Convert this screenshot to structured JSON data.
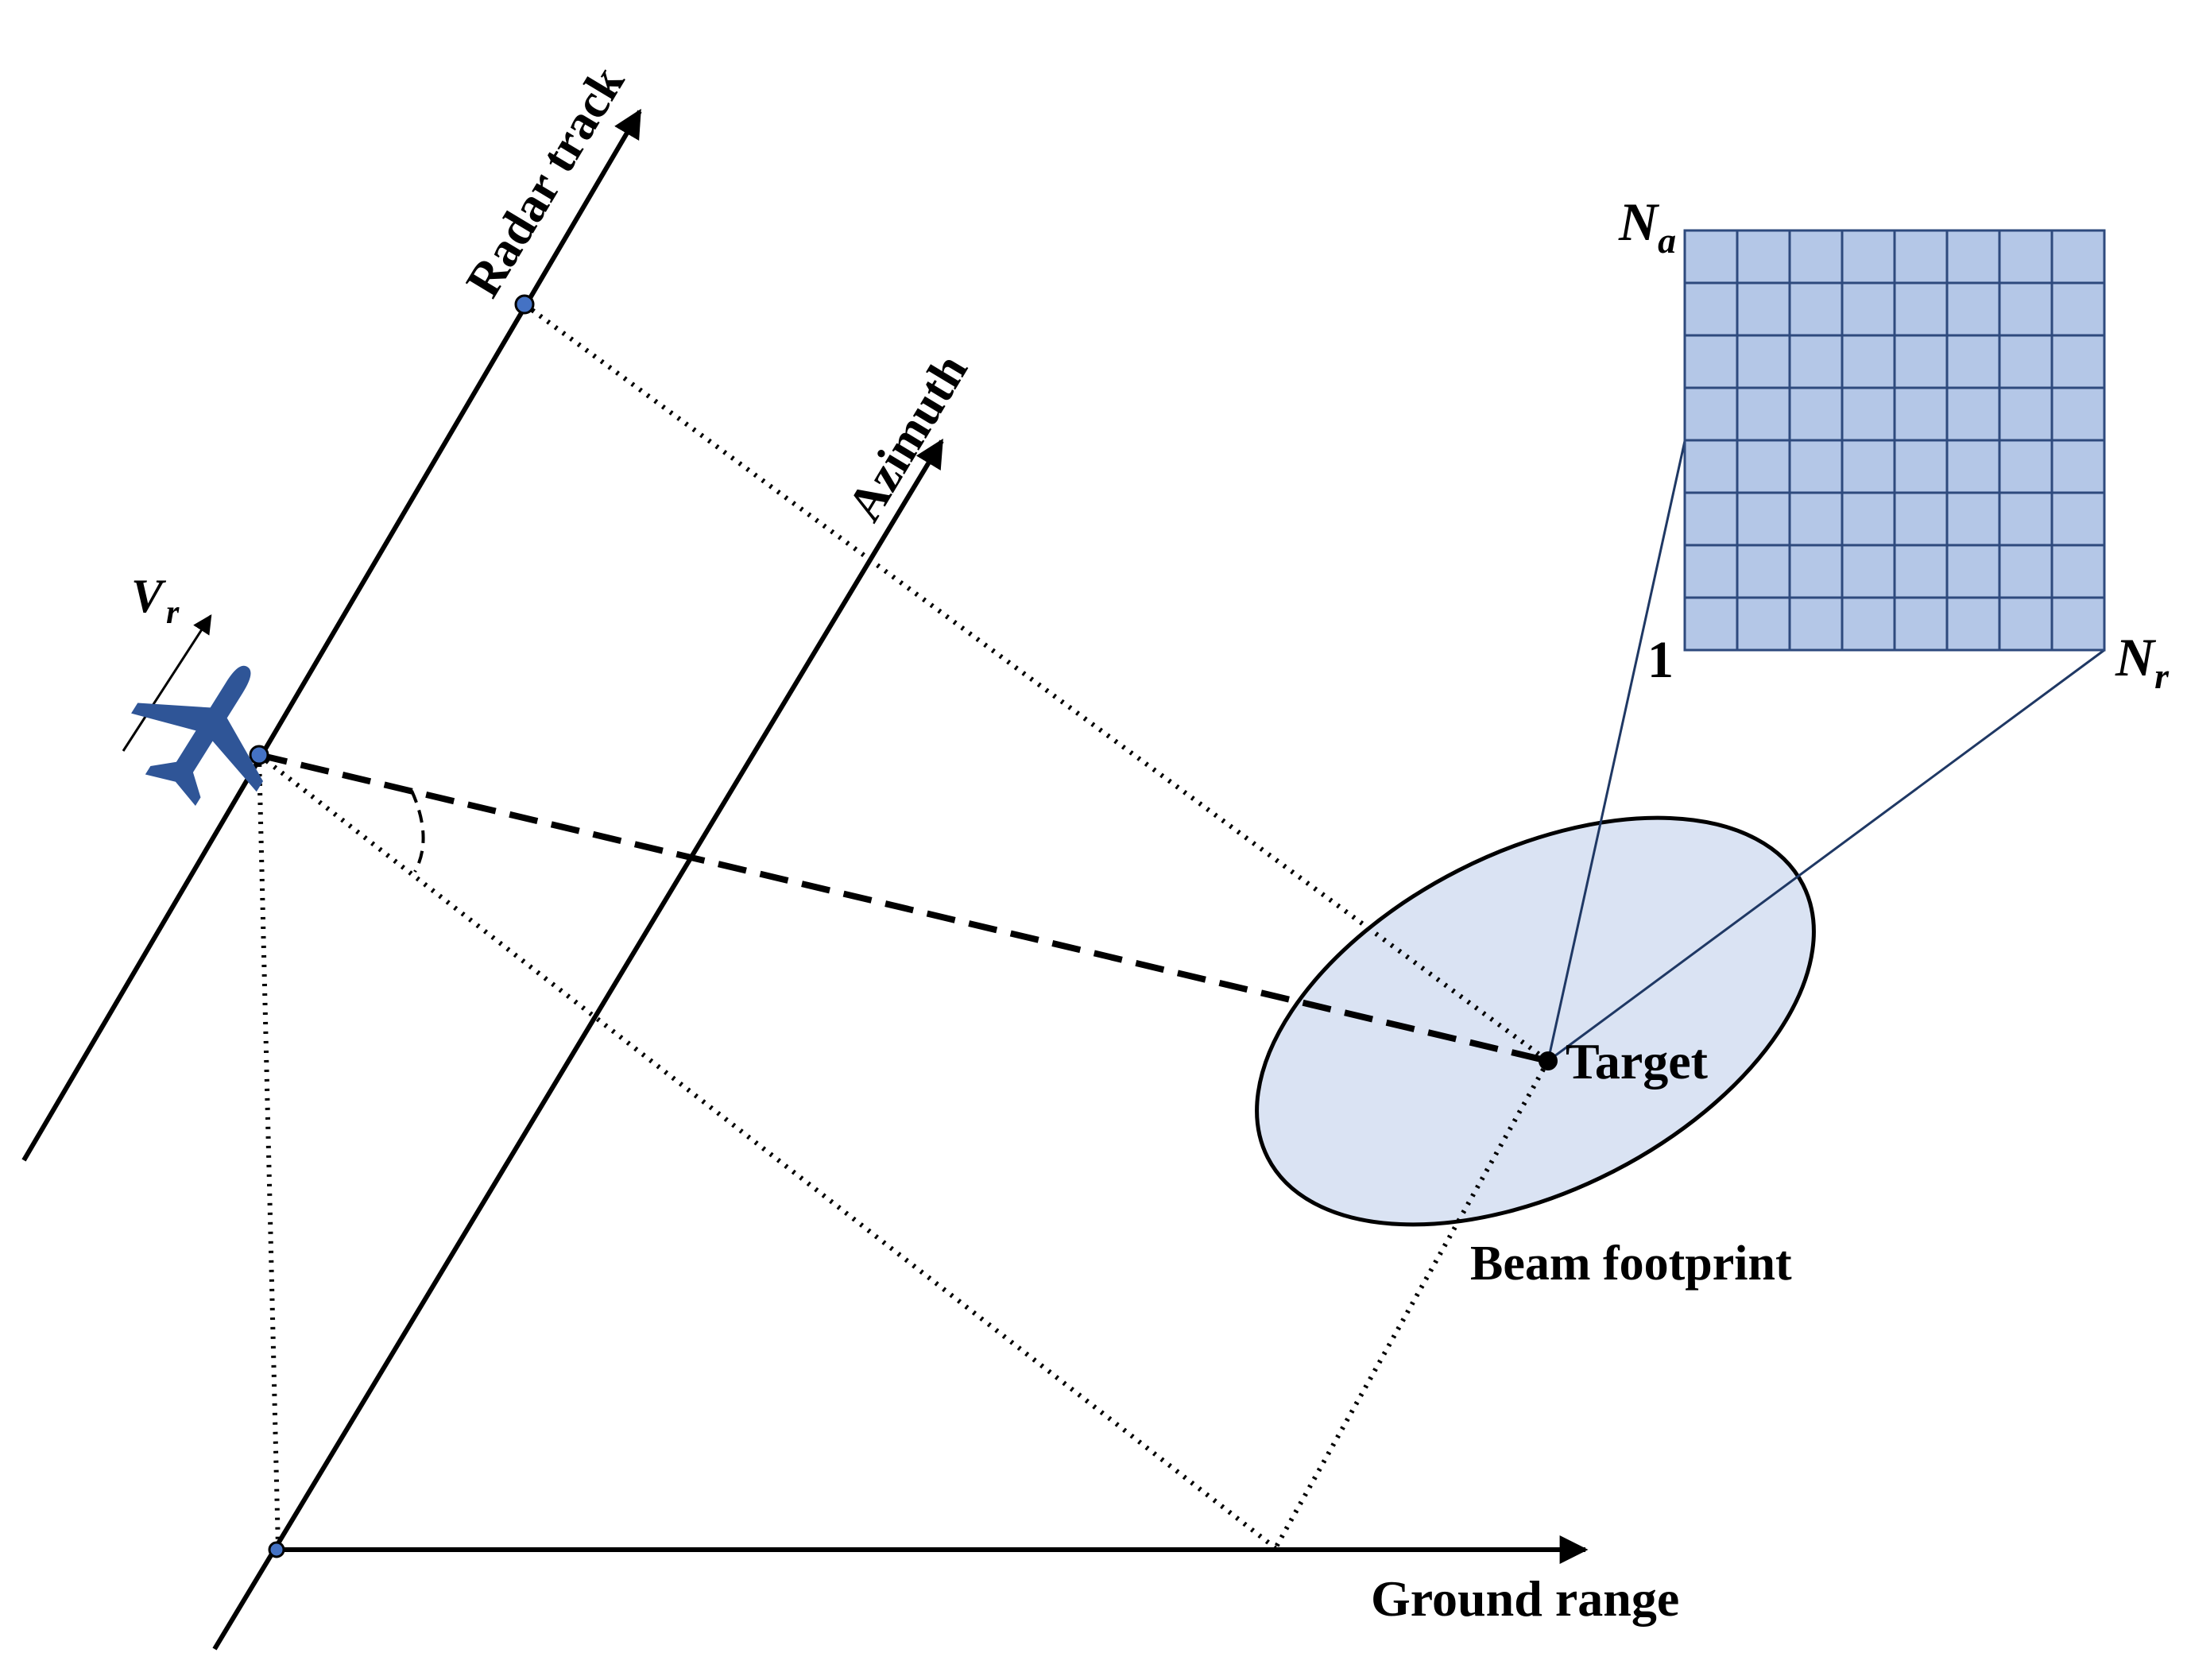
{
  "diagram": {
    "labels": {
      "radar_track": "Radar track",
      "azimuth": "Azimuth",
      "velocity_symbol": "V",
      "velocity_subscript": "r",
      "target": "Target",
      "beam_footprint": "Beam footprint",
      "ground_range": "Ground range",
      "grid_top_symbol": "N",
      "grid_top_subscript": "a",
      "grid_bottom_left": "1",
      "grid_bottom_right_symbol": "N",
      "grid_bottom_right_subscript": "r"
    },
    "grid": {
      "rows": 8,
      "cols": 8
    },
    "colors": {
      "line": "#000000",
      "airplane": "#2f5597",
      "grid_fill": "#b4c7e7",
      "grid_stroke": "#2e4a7d",
      "footprint_fill": "#dae3f3",
      "point_fill": "#4472c4",
      "projection_line": "#1f3864"
    },
    "icons": {
      "aircraft": "airplane-icon"
    }
  }
}
